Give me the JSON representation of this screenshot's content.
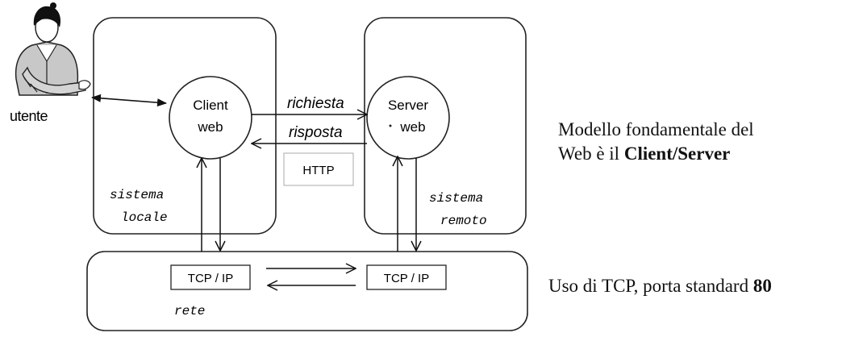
{
  "user": {
    "label": "utente"
  },
  "client": {
    "line1": "Client",
    "line2": "web"
  },
  "server": {
    "line1": "Server",
    "line2": "web"
  },
  "messages": {
    "request": "richiesta",
    "response": "risposta",
    "protocol": "HTTP"
  },
  "systems": {
    "local": {
      "line1": "sistema",
      "line2": "locale"
    },
    "remote": {
      "line1": "sistema",
      "line2": "remoto"
    }
  },
  "network": {
    "label": "rete",
    "tcp_left": "TCP / IP",
    "tcp_right": "TCP / IP"
  },
  "notes": {
    "model_line1": "Modello fondamentale del",
    "model_line2_prefix": "Web è il ",
    "model_line2_bold": "Client/Server",
    "tcp_prefix": "Uso di TCP, porta standard ",
    "tcp_bold": "80"
  }
}
